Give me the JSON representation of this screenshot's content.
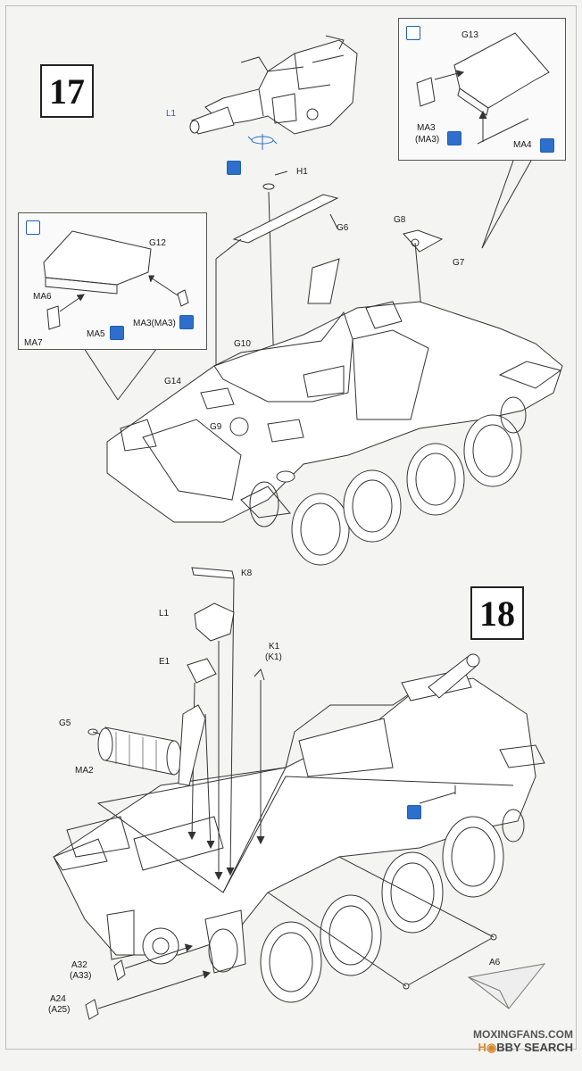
{
  "steps": [
    {
      "number": "17"
    },
    {
      "number": "18"
    }
  ],
  "step17": {
    "parts": {
      "L1": "L1",
      "H1": "H1",
      "G6": "G6",
      "G7": "G7",
      "G8": "G8",
      "G9": "G9",
      "G10": "G10",
      "G14": "G14"
    },
    "inset_right": {
      "G13": "G13",
      "MA3": "MA3",
      "MA3b": "(MA3)",
      "MA4": "MA4"
    },
    "inset_left": {
      "G12": "G12",
      "MA6": "MA6",
      "MA7": "MA7",
      "MA5": "MA5",
      "MA3MA3": "MA3(MA3)"
    }
  },
  "step18": {
    "parts": {
      "K8": "K8",
      "L1": "L1",
      "K1": "K1",
      "K1b": "(K1)",
      "E1": "E1",
      "G5": "G5",
      "MA2": "MA2",
      "A6": "A6",
      "A32": "A32",
      "A33": "(A33)",
      "A24": "A24",
      "A25": "(A25)"
    }
  },
  "watermark": {
    "site_a": "MOXINGFANS.COM",
    "site_b_prefix": "H",
    "site_b_rest": "BBY SEARCH"
  },
  "colors": {
    "accent_blue": "#2d6fcb",
    "line": "#333333"
  }
}
